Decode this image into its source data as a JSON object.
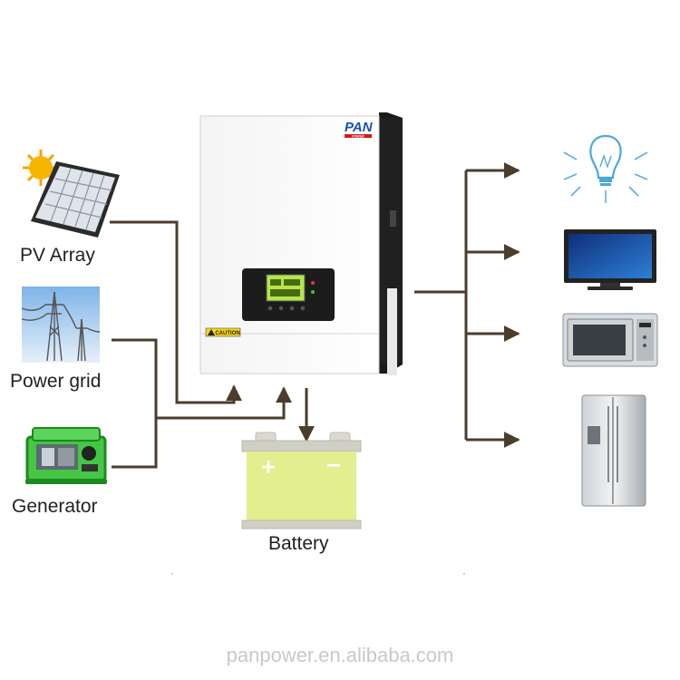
{
  "sources": {
    "pv_array": "PV Array",
    "power_grid": "Power grid",
    "generator": "Generator"
  },
  "storage": {
    "battery": "Battery",
    "plus": "+",
    "minus": "−"
  },
  "inverter": {
    "brand": "PAN",
    "brand_sub": "POWER",
    "caution": "CAUTION"
  },
  "loads": [
    "light-bulb",
    "television",
    "microwave",
    "refrigerator"
  ],
  "watermark": "panpower.en.alibaba.com",
  "colors": {
    "line": "#4a3d2c",
    "battery_body": "#e3ee8e",
    "sun": "#f5a300",
    "generator": "#3fc23f",
    "bulb": "#4aa8d8",
    "brand_blue": "#1a50b0",
    "brand_red": "#d01a1a"
  }
}
